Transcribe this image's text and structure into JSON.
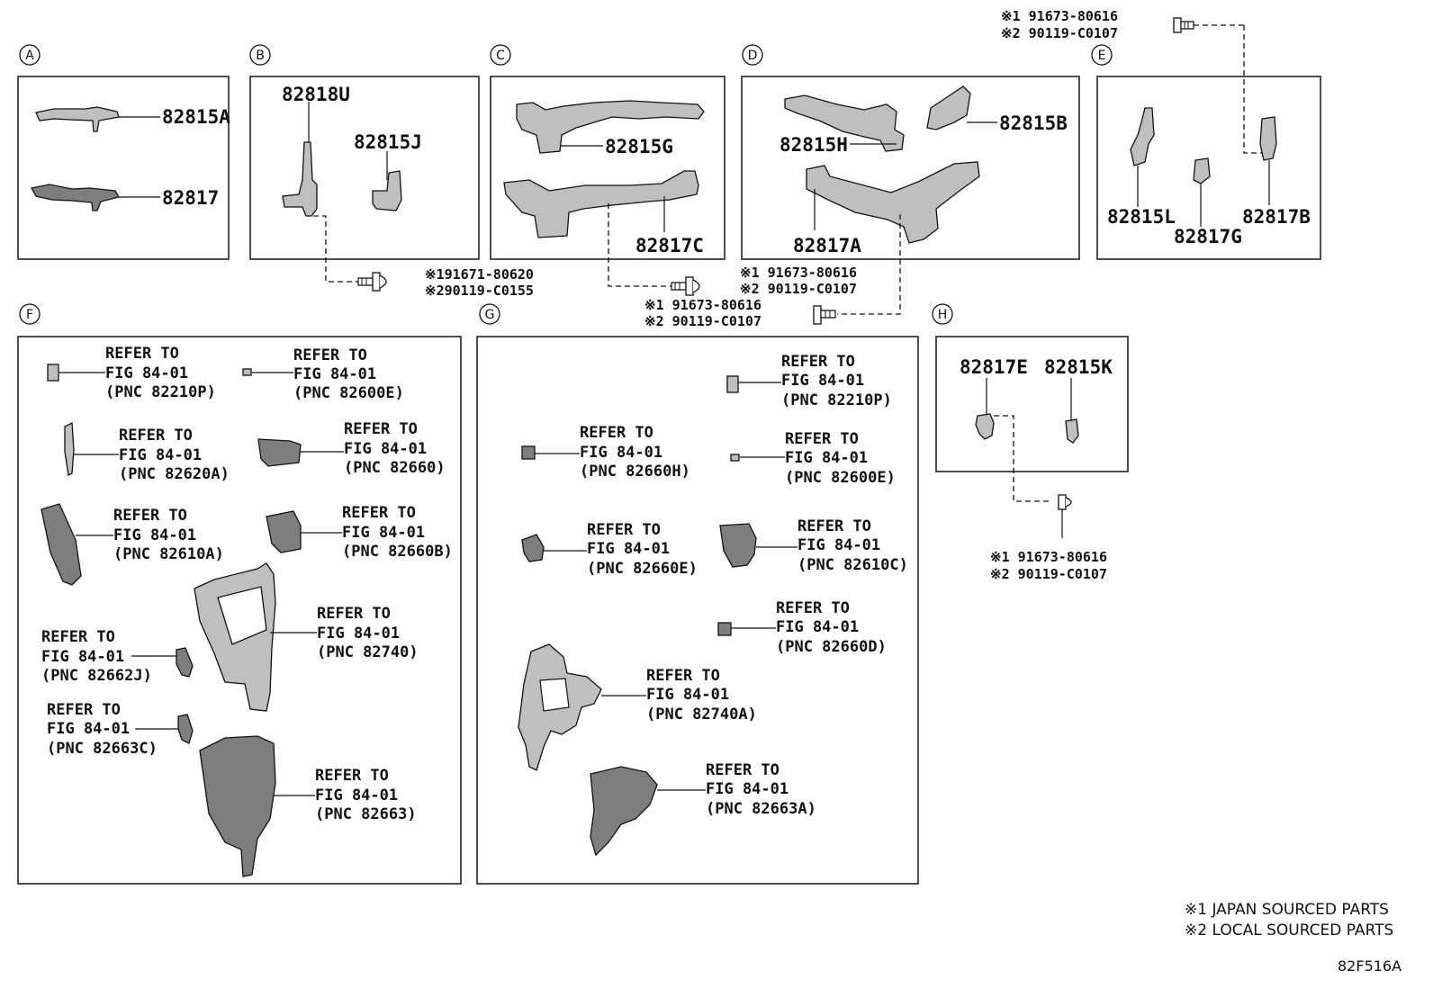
{
  "panels": {
    "A": {
      "letter": "A",
      "parts": [
        "82815A",
        "82817"
      ]
    },
    "B": {
      "letter": "B",
      "parts": [
        "82818U",
        "82815J"
      ]
    },
    "C": {
      "letter": "C",
      "parts": [
        "82815G",
        "82817C"
      ]
    },
    "D": {
      "letter": "D",
      "parts": [
        "82815H",
        "82815B",
        "82817A"
      ]
    },
    "E": {
      "letter": "E",
      "parts": [
        "82815L",
        "82817G",
        "82817B"
      ]
    },
    "F": {
      "letter": "F"
    },
    "G": {
      "letter": "G"
    },
    "H": {
      "letter": "H",
      "parts": [
        "82817E",
        "82815K"
      ]
    }
  },
  "screws": {
    "e": {
      "l1": "※1 91673-80616",
      "l2": "※2 90119-C0107"
    },
    "b": {
      "l1": "※191671-80620",
      "l2": "※290119-C0155"
    },
    "c": {
      "l1": "※1 91673-80616",
      "l2": "※2 90119-C0107"
    },
    "d": {
      "l1": "※1 91673-80616",
      "l2": "※2 90119-C0107"
    },
    "h": {
      "l1": "※1 91673-80616",
      "l2": "※2 90119-C0107"
    }
  },
  "refer": {
    "line1": "REFER TO",
    "line2": "FIG 84-01",
    "F": [
      "(PNC 82210P)",
      "(PNC 82600E)",
      "(PNC 82620A)",
      "(PNC 82660)",
      "(PNC 82610A)",
      "(PNC 82660B)",
      "(PNC 82740)",
      "(PNC 82662J)",
      "(PNC 82663C)",
      "(PNC 82663)"
    ],
    "G": [
      "(PNC 82210P)",
      "(PNC 82660H)",
      "(PNC 82600E)",
      "(PNC 82660E)",
      "(PNC 82610C)",
      "(PNC 82660D)",
      "(PNC 82740A)",
      "(PNC 82663A)"
    ]
  },
  "notes": [
    "※1 JAPAN SOURCED PARTS",
    "※2 LOCAL SOURCED PARTS"
  ],
  "figure_code": "82F516A"
}
